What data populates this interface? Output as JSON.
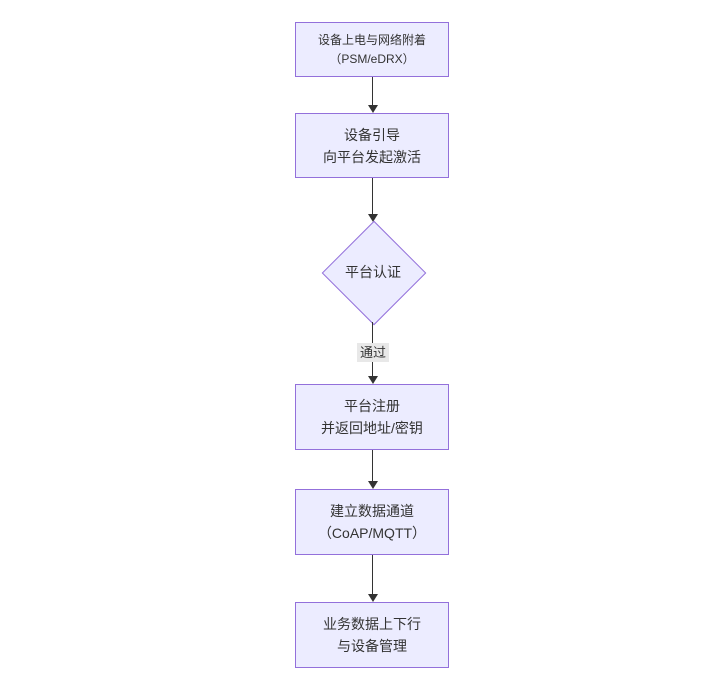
{
  "diagram": {
    "kind": "flowchart",
    "direction": "top-down",
    "nodes": [
      {
        "shape": "rect",
        "lines": [
          "设备上电与网络附着",
          "（PSM/eDRX）"
        ]
      },
      {
        "shape": "rect",
        "lines": [
          "设备引导",
          "向平台发起激活"
        ]
      },
      {
        "shape": "diamond",
        "lines": [
          "平台认证"
        ]
      },
      {
        "shape": "rect",
        "lines": [
          "平台注册",
          "并返回地址/密钥"
        ]
      },
      {
        "shape": "rect",
        "lines": [
          "建立数据通道",
          "（CoAP/MQTT）"
        ]
      },
      {
        "shape": "rect",
        "lines": [
          "业务数据上下行",
          "与设备管理"
        ]
      }
    ],
    "edges": [
      {
        "from": 0,
        "to": 1,
        "label": ""
      },
      {
        "from": 1,
        "to": 2,
        "label": ""
      },
      {
        "from": 2,
        "to": 3,
        "label": "通过"
      },
      {
        "from": 3,
        "to": 4,
        "label": ""
      },
      {
        "from": 4,
        "to": 5,
        "label": ""
      }
    ],
    "colors": {
      "node_fill": "#ECECFF",
      "node_border": "#9370DB",
      "text": "#333333",
      "edge": "#333333",
      "edge_label_bg": "#e8e8e8",
      "background": "#ffffff"
    }
  }
}
